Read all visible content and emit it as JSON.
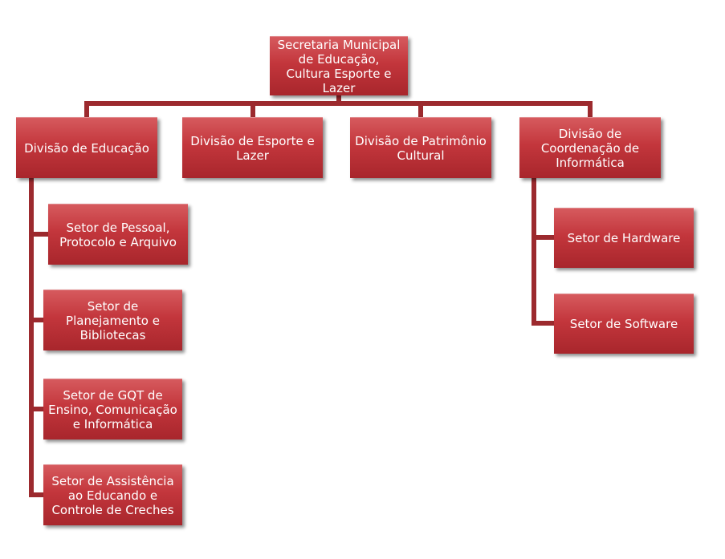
{
  "colors": {
    "box_fill": "#c0393d",
    "connector": "#9c2a2e"
  },
  "root": {
    "label": "Secretaria Municipal de Educação, Cultura Esporte e Lazer"
  },
  "divisions": [
    {
      "label": "Divisão de Educação",
      "sectors": [
        {
          "label": "Setor de Pessoal, Protocolo e Arquivo"
        },
        {
          "label": "Setor de Planejamento e Bibliotecas"
        },
        {
          "label": "Setor de GQT de Ensino, Comunicação e Informática"
        },
        {
          "label": "Setor de Assistência ao Educando e Controle de Creches"
        }
      ]
    },
    {
      "label": "Divisão de Esporte e Lazer",
      "sectors": []
    },
    {
      "label": "Divisão de Patrimônio Cultural",
      "sectors": []
    },
    {
      "label": "Divisão de Coordenação de Informática",
      "sectors": [
        {
          "label": "Setor de Hardware"
        },
        {
          "label": "Setor de Software"
        }
      ]
    }
  ]
}
